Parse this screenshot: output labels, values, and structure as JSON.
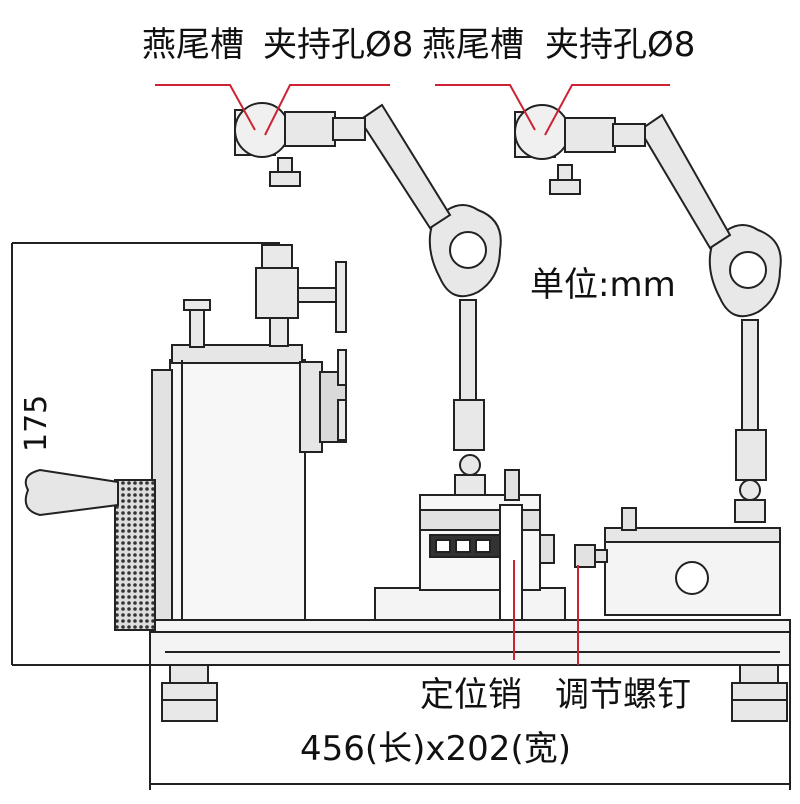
{
  "labels": {
    "dovetail_left": "燕尾槽",
    "clamp_hole_left": "夹持孔Ø8",
    "dovetail_right": "燕尾槽",
    "clamp_hole_right": "夹持孔Ø8",
    "unit": "单位:mm",
    "height_dim": "175",
    "locating_pin": "定位销",
    "adjust_screw": "调节螺钉",
    "base_dim": "456(长)x202(宽)"
  },
  "colors": {
    "line": "#222222",
    "leader": "#cc2233",
    "fill_light": "#f4f4f4",
    "fill_mid": "#d9d9d9",
    "fill_dark": "#9a9a9a"
  }
}
